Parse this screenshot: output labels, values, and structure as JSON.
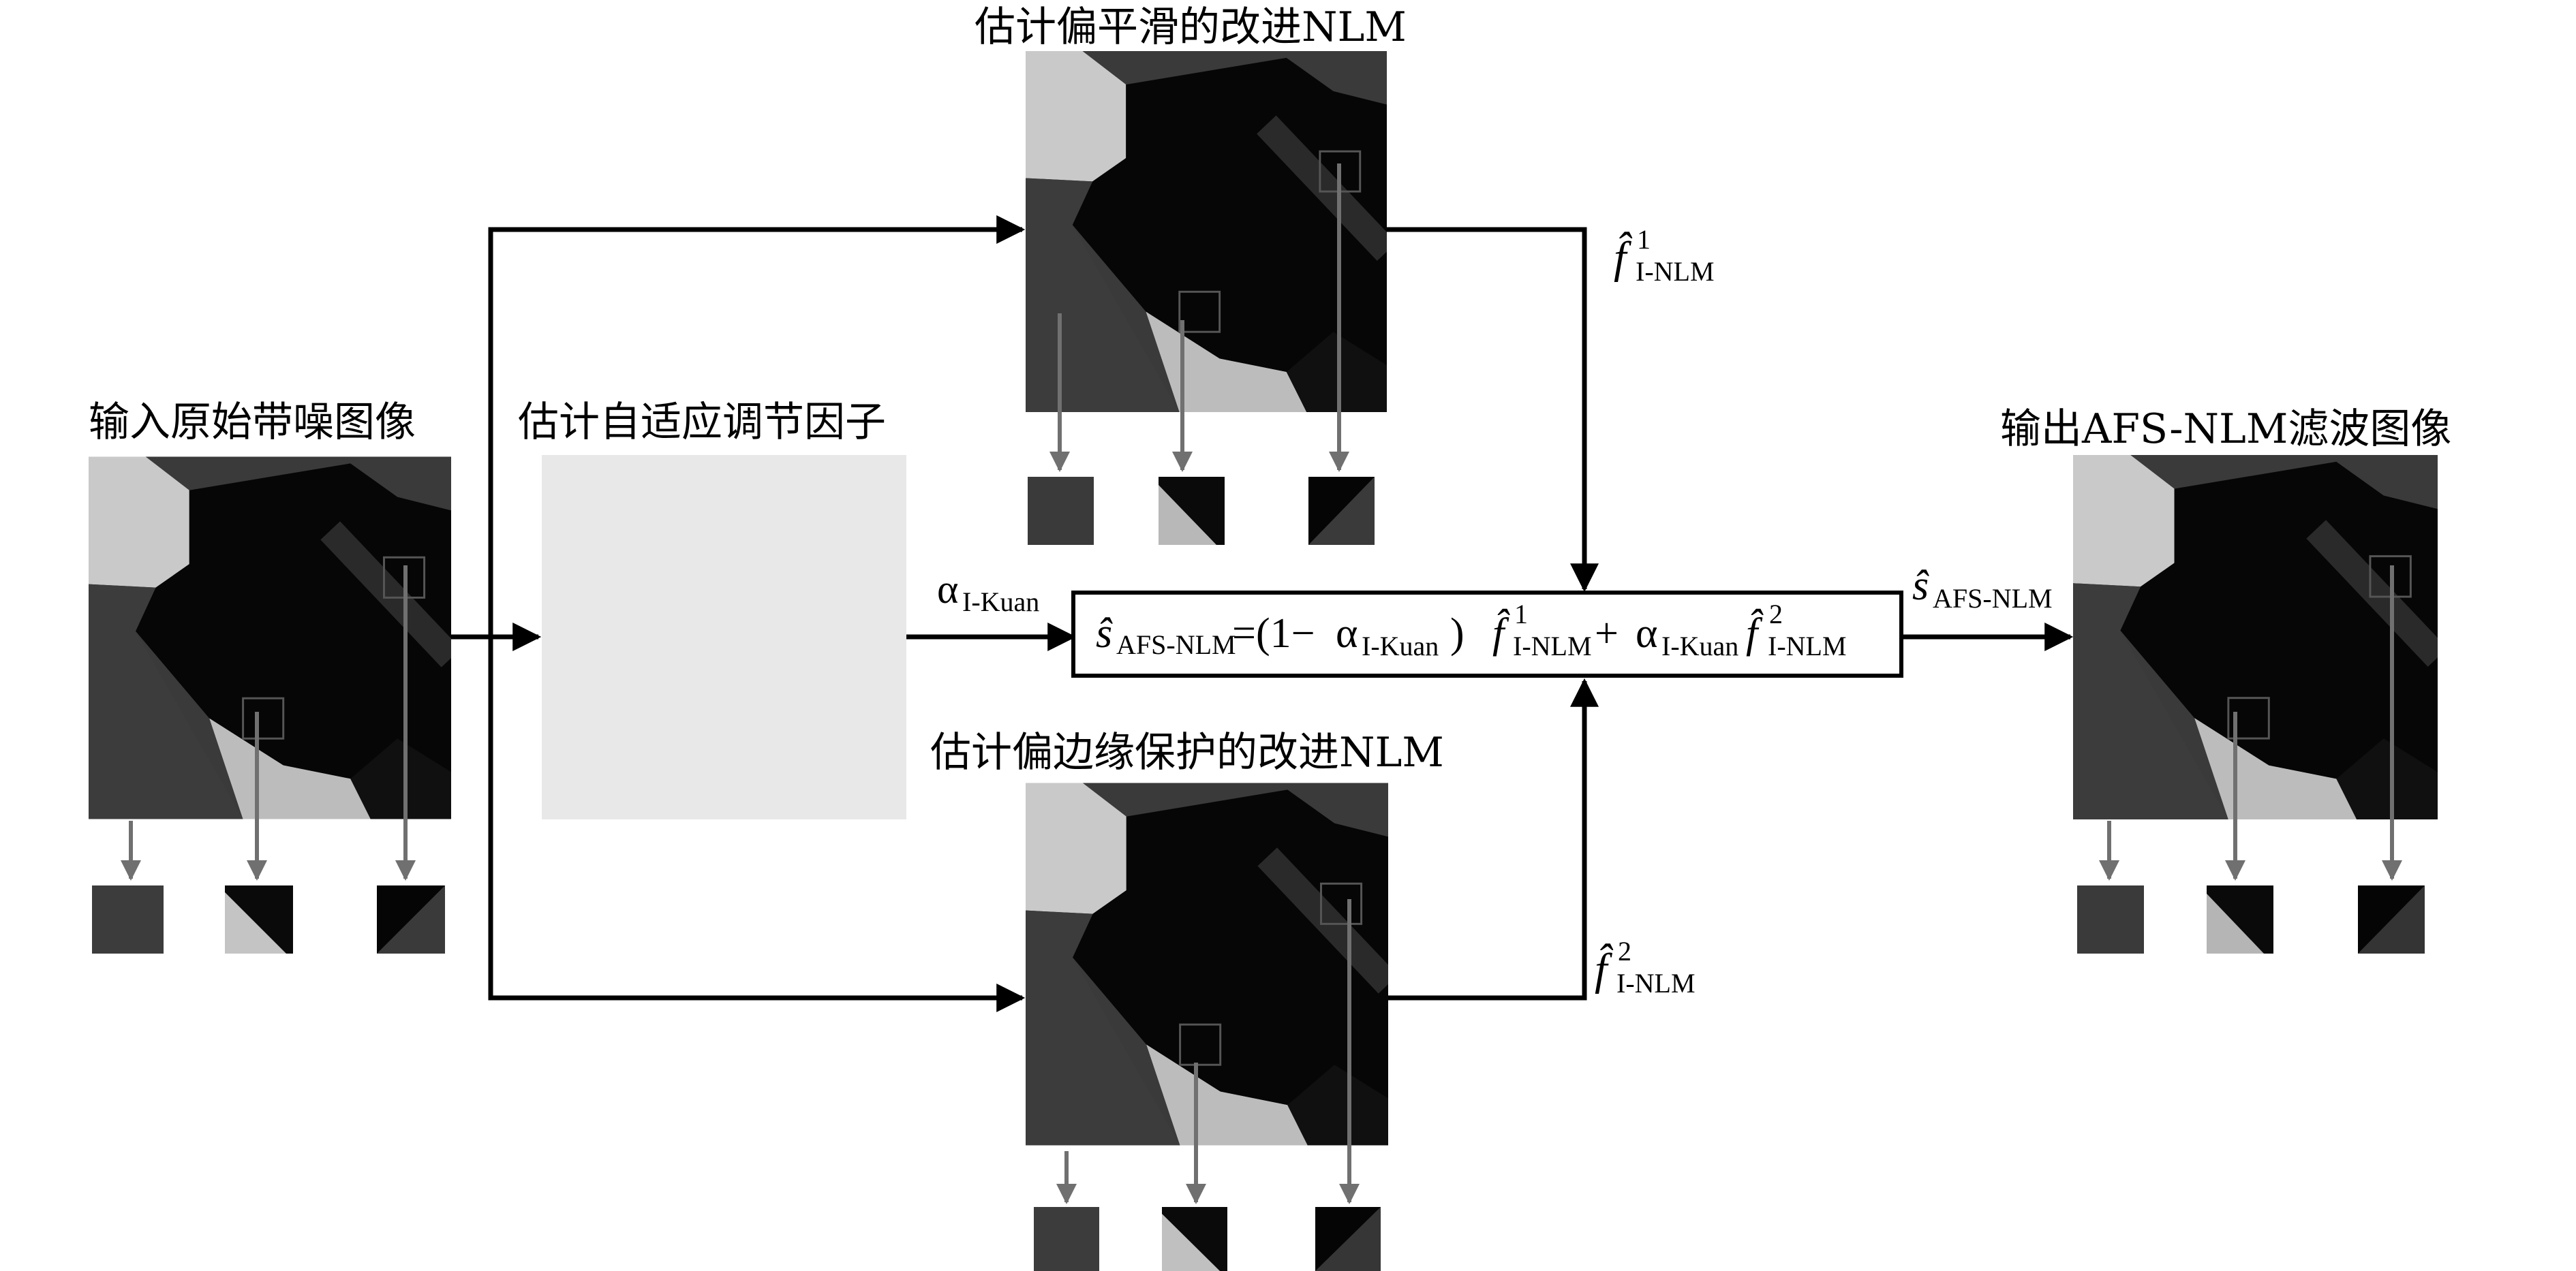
{
  "labels": {
    "input_title": "输入原始带噪图像",
    "adaptive_title": "估计自适应调节因子",
    "smooth_title": "估计偏平滑的改进NLM",
    "edge_title": "估计偏边缘保护的改进NLM",
    "output_title": "输出AFS-NLM滤波图像"
  },
  "math": {
    "f_hat": "f̂",
    "s_hat": "ŝ",
    "alpha": "α",
    "sup1": "1",
    "sup2": "2",
    "sub_inlm": "I-NLM",
    "sub_kuan": "I-Kuan",
    "sub_afs": "AFS-NLM",
    "eq_mid": "=(1−",
    "eq_close": ")",
    "plus": "+"
  },
  "colors": {
    "arrow": "#000000",
    "detail_arrow": "#707070",
    "placeholder": "#e8e8e8",
    "dark_region": "#070707",
    "mid_region": "#3a3a3a",
    "light_region": "#bdbdbd"
  }
}
